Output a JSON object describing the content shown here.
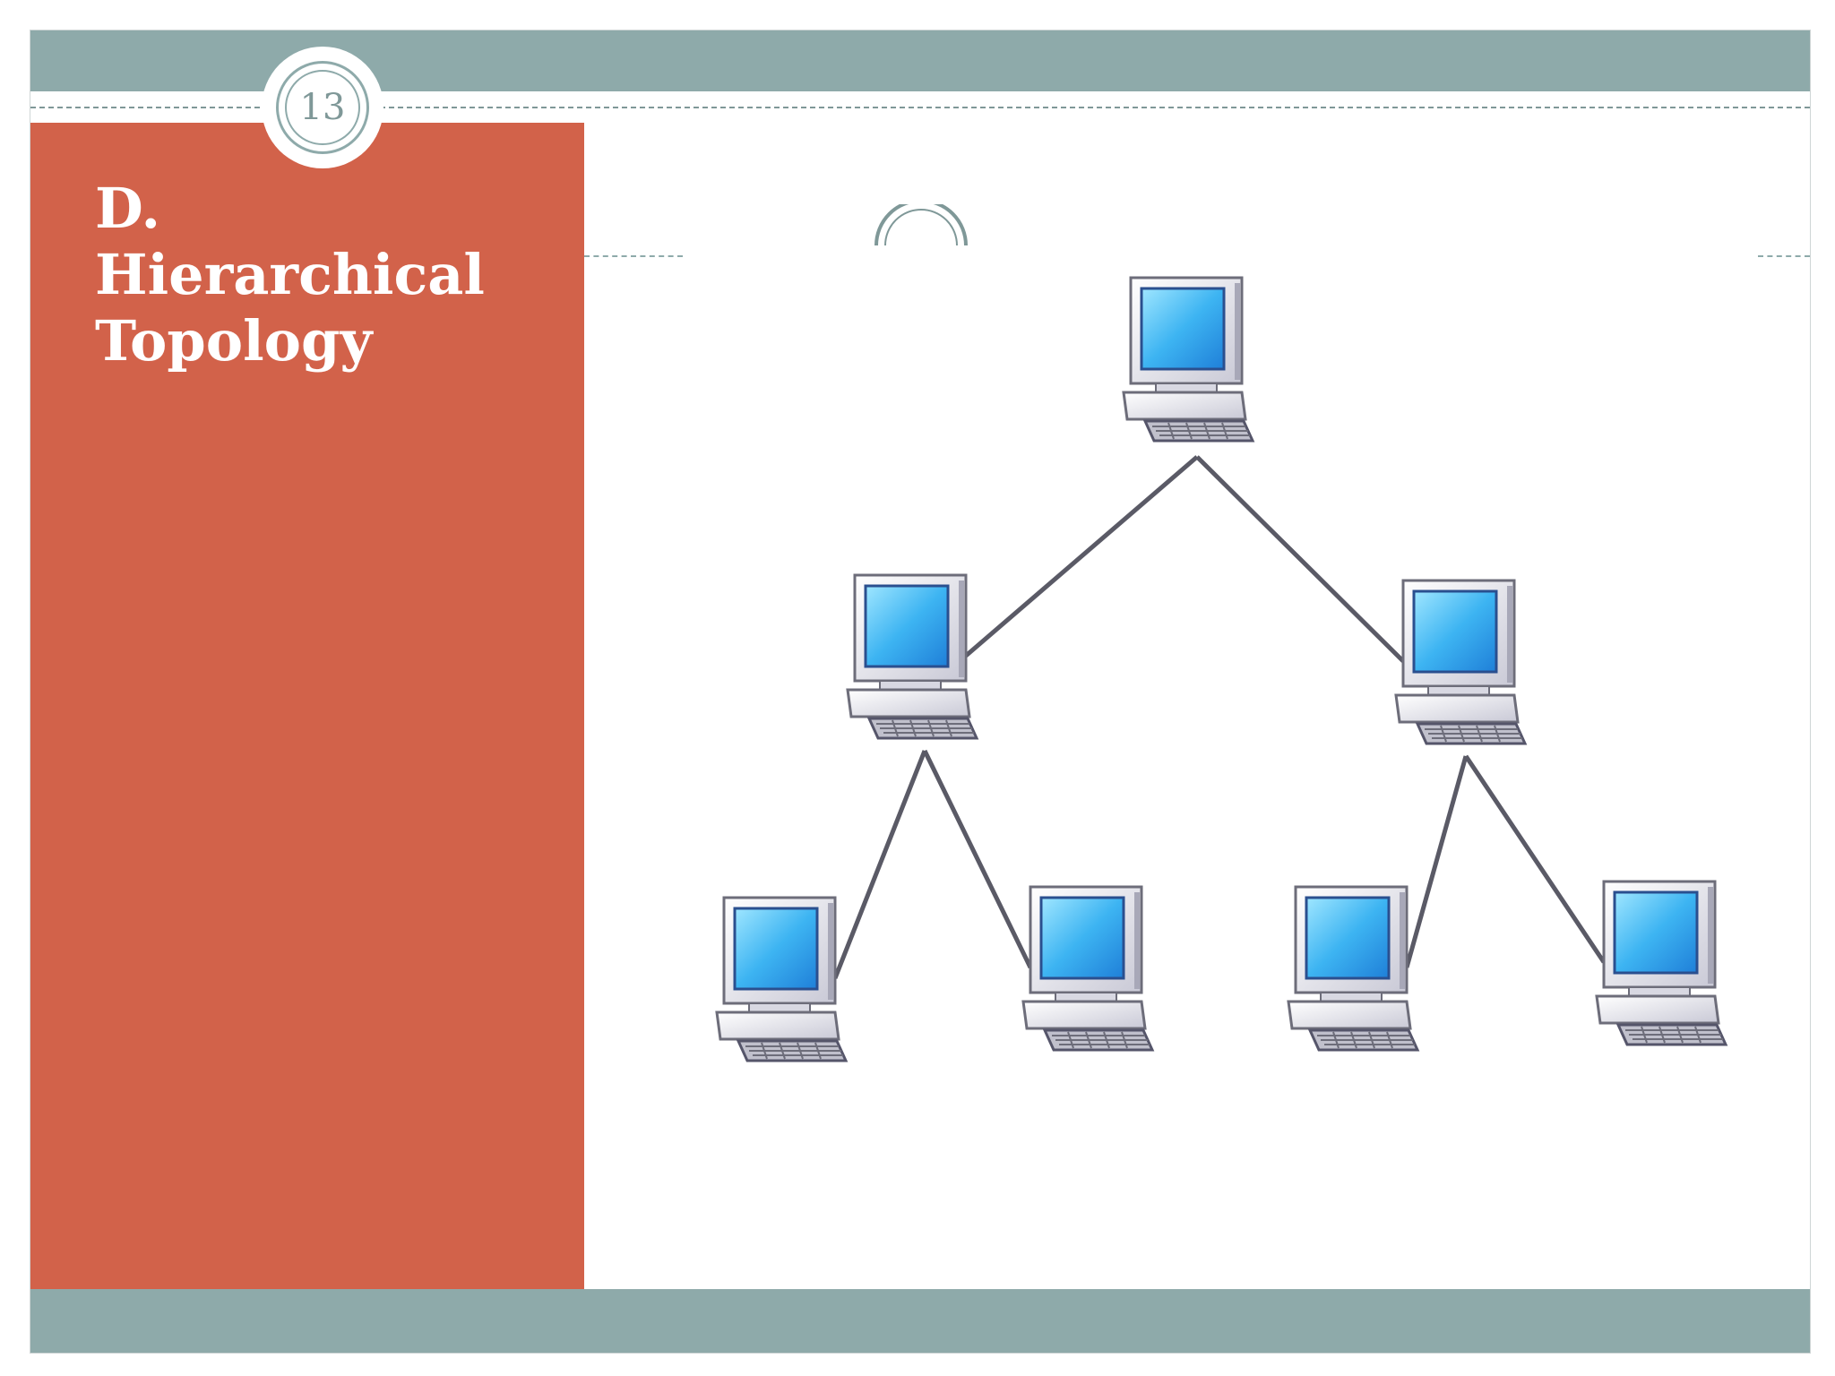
{
  "slide": {
    "number": "13",
    "title_lines": [
      "D.",
      "Hierarchical",
      "Topology"
    ]
  },
  "colors": {
    "accent_panel": "#d2624a",
    "band": "#8eaaaa",
    "screen": "#3db4f2"
  },
  "diagram": {
    "type": "hierarchical-topology",
    "nodes": [
      {
        "id": "root",
        "icon": "computer-icon",
        "level": 0
      },
      {
        "id": "mid-left",
        "icon": "computer-icon",
        "level": 1
      },
      {
        "id": "mid-right",
        "icon": "computer-icon",
        "level": 1
      },
      {
        "id": "leaf-1",
        "icon": "computer-icon",
        "level": 2
      },
      {
        "id": "leaf-2",
        "icon": "computer-icon",
        "level": 2
      },
      {
        "id": "leaf-3",
        "icon": "computer-icon",
        "level": 2
      },
      {
        "id": "leaf-4",
        "icon": "computer-icon",
        "level": 2
      }
    ],
    "edges": [
      {
        "from": "root",
        "to": "mid-left"
      },
      {
        "from": "root",
        "to": "mid-right"
      },
      {
        "from": "mid-left",
        "to": "leaf-1"
      },
      {
        "from": "mid-left",
        "to": "leaf-2"
      },
      {
        "from": "mid-right",
        "to": "leaf-3"
      },
      {
        "from": "mid-right",
        "to": "leaf-4"
      }
    ]
  }
}
